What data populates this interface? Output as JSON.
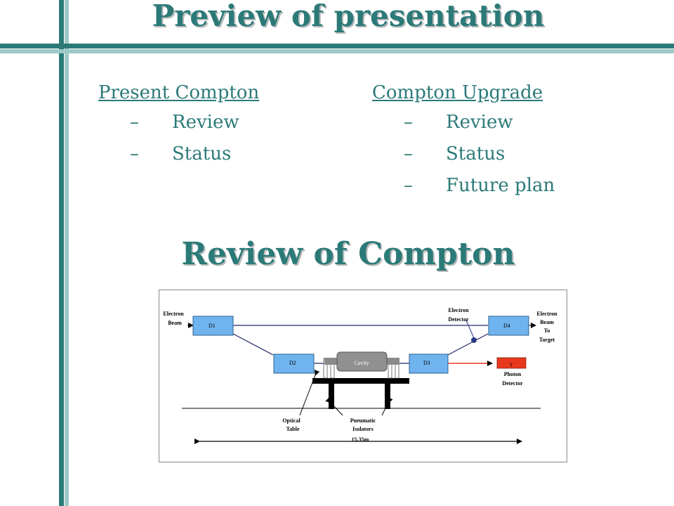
{
  "slide": {
    "title": "Preview of presentation",
    "left_column": {
      "heading": "Present Compton",
      "items": [
        {
          "bullet": "–",
          "label": "Review"
        },
        {
          "bullet": "–",
          "label": "Status"
        }
      ]
    },
    "right_column": {
      "heading": "Compton Upgrade",
      "items": [
        {
          "bullet": "–",
          "label": "Review"
        },
        {
          "bullet": "–",
          "label": "Status"
        },
        {
          "bullet": "–",
          "label": "Future plan"
        }
      ]
    },
    "section_title": "Review of Compton"
  },
  "diagram": {
    "boxes": {
      "d1": "D1",
      "d2": "D2",
      "d3": "D3",
      "d4": "D4",
      "cavity": "Cavity",
      "gamma": "γ"
    },
    "labels": {
      "electron_beam_1": "Electron",
      "electron_beam_2": "Beam",
      "electron_detector_1": "Electron",
      "electron_detector_2": "Detector",
      "beam_to_target_1": "Electron",
      "beam_to_target_2": "Beam",
      "beam_to_target_3": "To",
      "beam_to_target_4": "Target",
      "photon_detector_1": "Photon",
      "photon_detector_2": "Detector",
      "optical_table_1": "Optical",
      "optical_table_2": "Table",
      "pneumatic_1": "Pneumatic",
      "pneumatic_2": "Isolators",
      "length": "15.35m"
    },
    "colors": {
      "accent": "#2b7a78",
      "box_fill": "#6fb4ef",
      "photon_box": "#e8391d",
      "beam_line": "#1f2a6b",
      "photon_line": "#e8391d",
      "detector_dot": "#2a3b86"
    }
  }
}
